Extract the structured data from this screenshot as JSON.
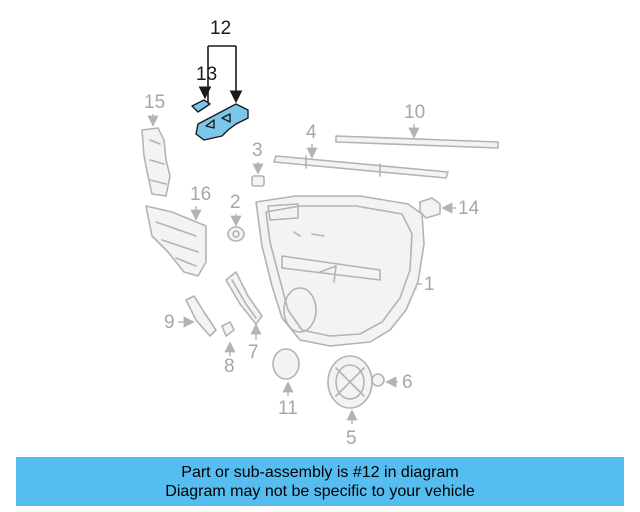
{
  "callouts": {
    "c1": "1",
    "c3": "3",
    "c4": "4",
    "c5": "5",
    "c6": "6",
    "c7": "7",
    "c8": "8",
    "c9": "9",
    "c10": "10",
    "c11": "11",
    "c12": "12",
    "c13": "13",
    "c14": "14",
    "c15": "15",
    "c16": "16",
    "c2": "2"
  },
  "highlight": {
    "part_number": "12",
    "color": "#7cc6ec"
  },
  "banner": {
    "line1": "Part or sub-assembly is #12 in diagram",
    "line2": "Diagram may not be specific to your vehicle",
    "background": "#55bdf0"
  }
}
